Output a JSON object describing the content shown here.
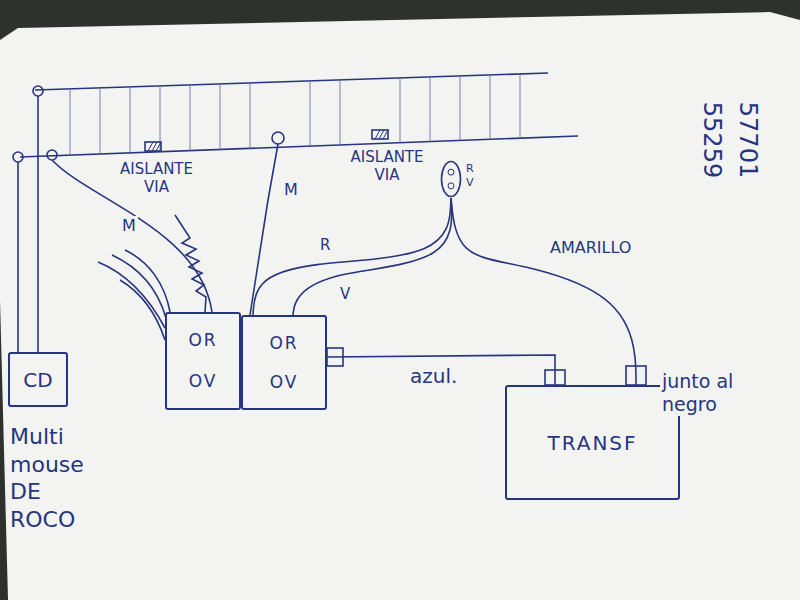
{
  "diagram": {
    "nodes": [
      {
        "text": [
          "R",
          "V"
        ]
      },
      {
        "text": [
          "CD",
          "Multi mouse DE ROCO"
        ]
      },
      {
        "text": [
          "OR",
          "OV"
        ]
      },
      {
        "text": [
          "OR",
          "OV"
        ]
      },
      {
        "text": [
          "TRANSF"
        ]
      }
    ],
    "edges": [
      {
        "from": 3,
        "to": 0,
        "arrow": "none",
        "label": "R"
      },
      {
        "from": 3,
        "to": 0,
        "arrow": "none",
        "label": "V"
      },
      {
        "from": 0,
        "to": 4,
        "arrow": "none",
        "label": "AMARILLO"
      },
      {
        "from": 3,
        "to": 4,
        "arrow": "none",
        "label": "azul."
      }
    ],
    "labels": [
      "AISLANTE VIA",
      "AISLANTE VIA",
      "M",
      "M",
      "junto al negro",
      "55259",
      "57701"
    ]
  }
}
